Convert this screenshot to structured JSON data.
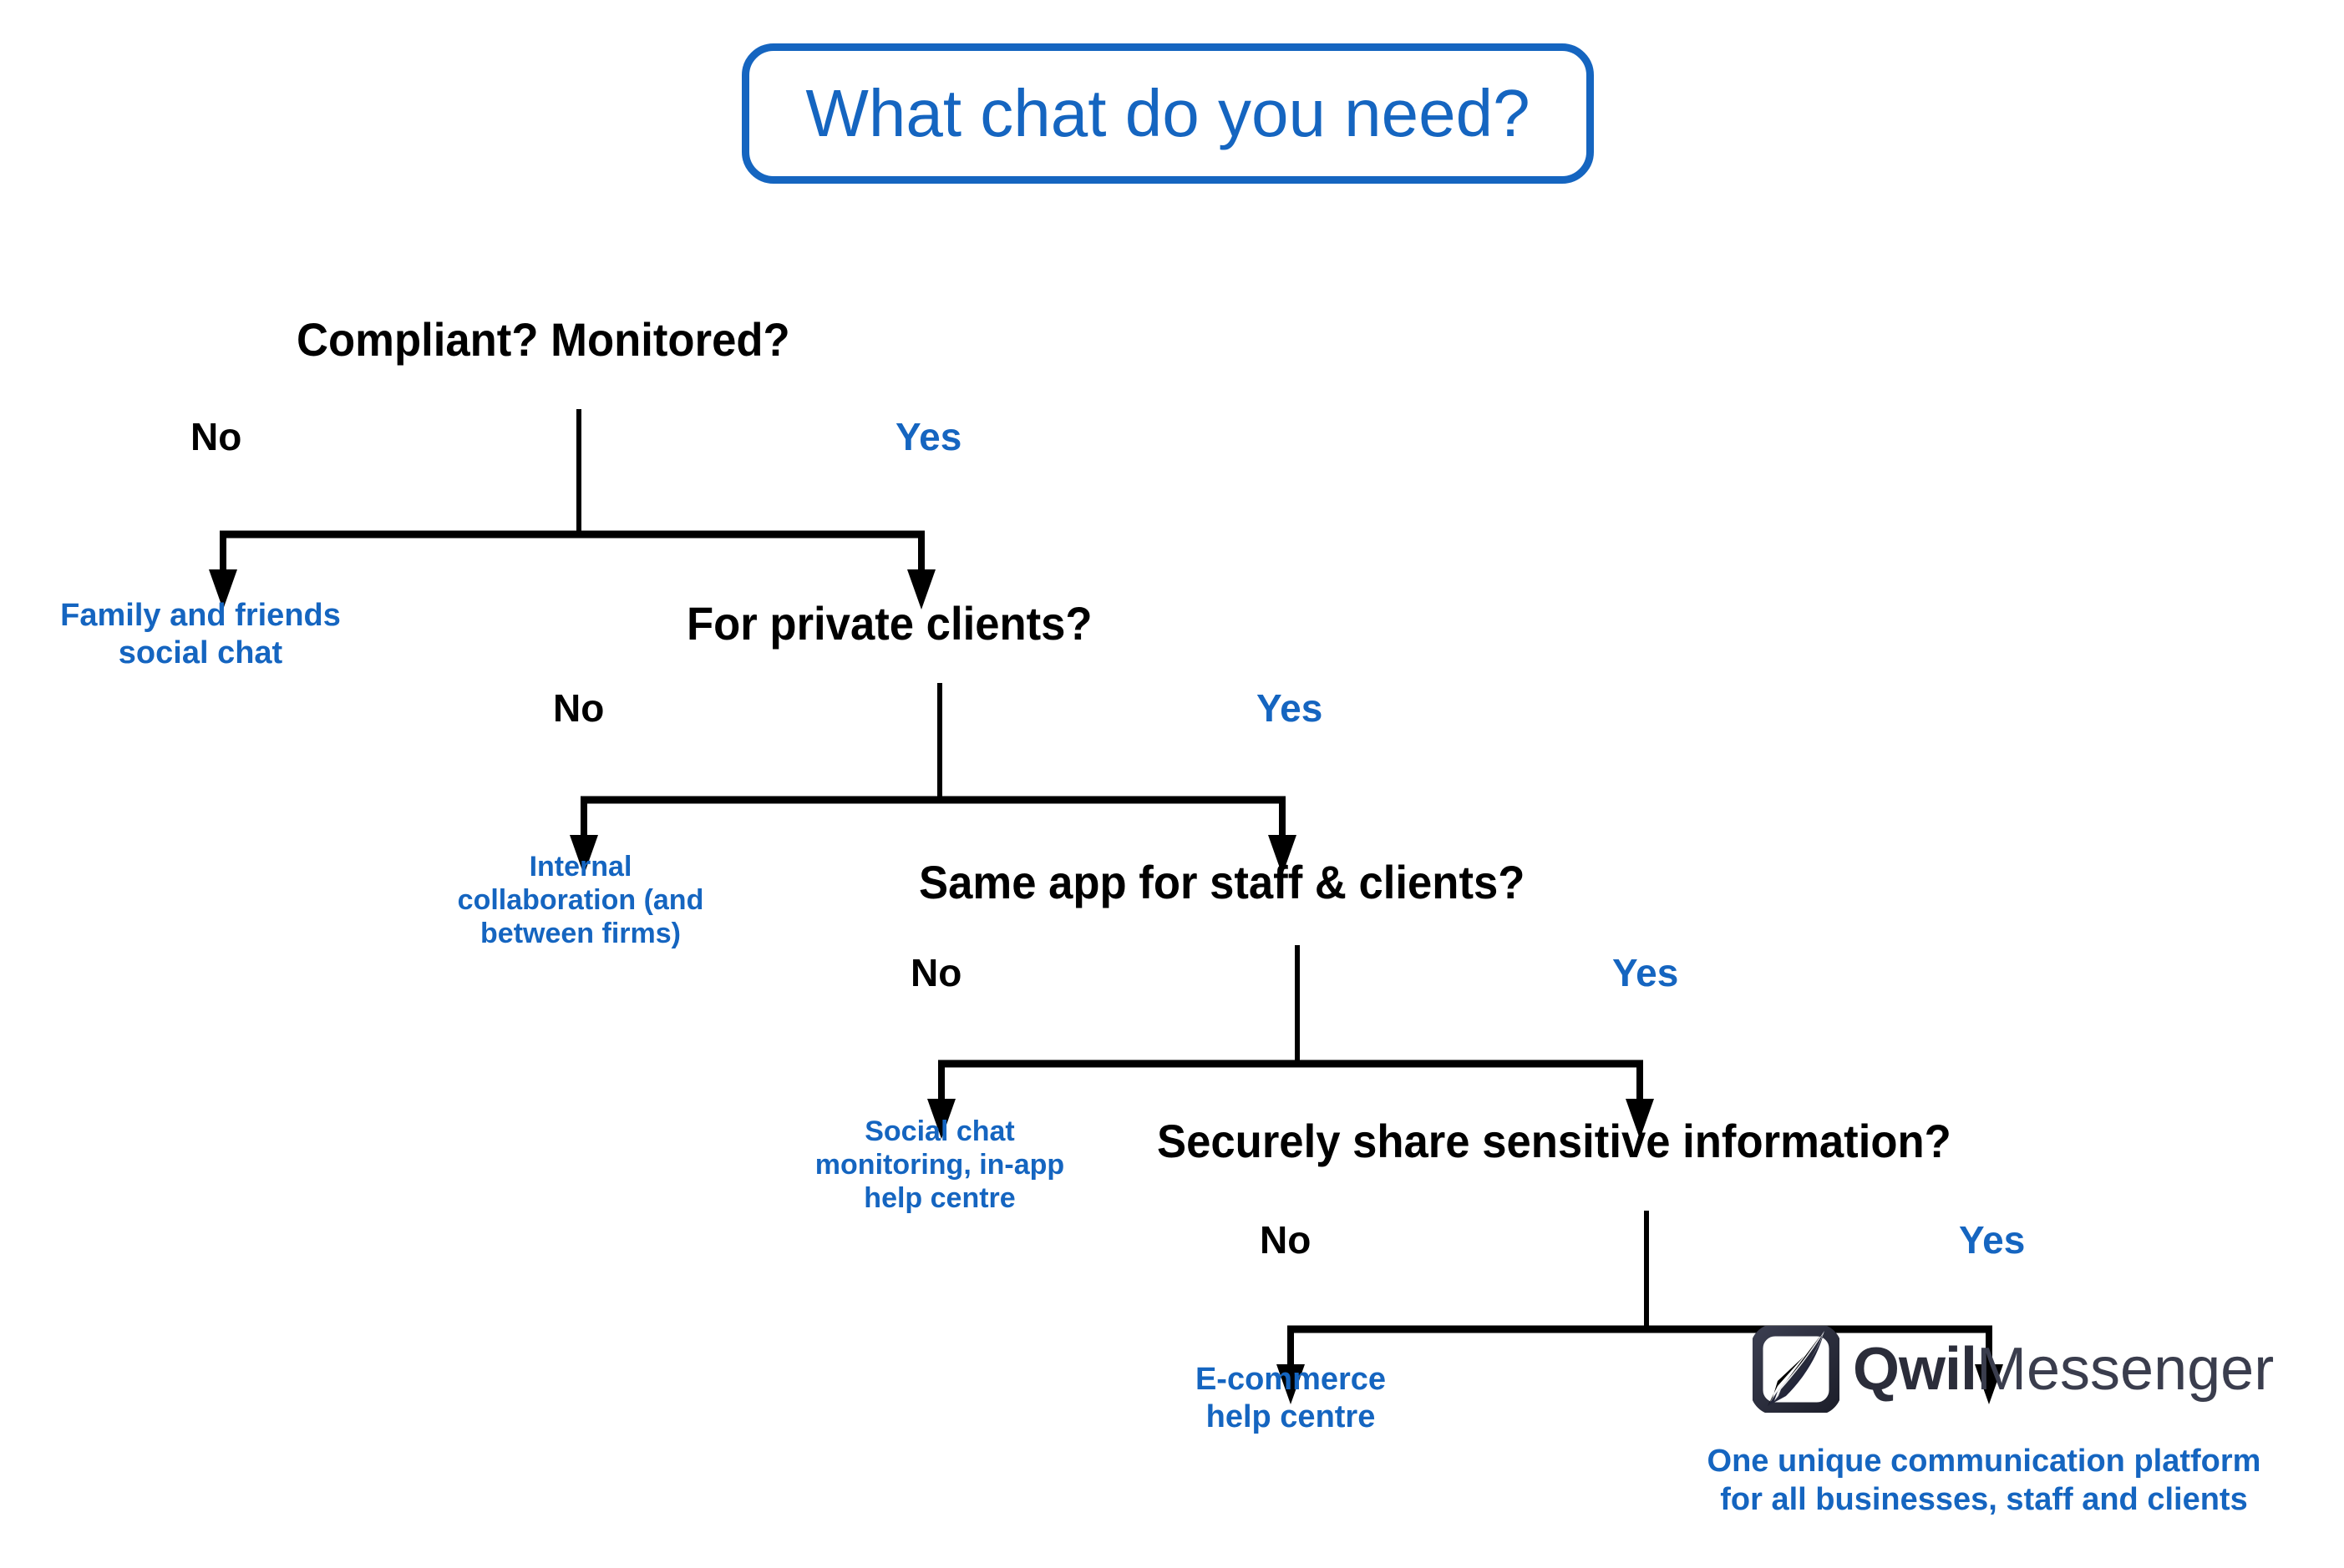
{
  "title": {
    "text": "What chat do you need?"
  },
  "colors": {
    "accent_blue": "#1565C0",
    "text_black": "#000000",
    "logo_dark": "#2b2d3a",
    "background": "#ffffff"
  },
  "branch_labels": {
    "no": "No",
    "yes": "Yes"
  },
  "nodes": [
    {
      "id": "q1",
      "question": "Compliant? Monitored?",
      "no_label": "No",
      "yes_label": "Yes"
    },
    {
      "id": "q2",
      "question": "For private clients?",
      "no_label": "No",
      "yes_label": "Yes"
    },
    {
      "id": "q3",
      "question": "Same app for staff & clients?",
      "no_label": "No",
      "yes_label": "Yes"
    },
    {
      "id": "q4",
      "question": "Securely share sensitive information?",
      "no_label": "No",
      "yes_label": "Yes"
    }
  ],
  "outcomes": [
    {
      "id": "outcome-1",
      "lines": [
        "Family and friends",
        "social chat"
      ]
    },
    {
      "id": "outcome-2",
      "lines": [
        "Internal",
        "collaboration (and",
        "between firms)"
      ]
    },
    {
      "id": "outcome-3",
      "lines": [
        "Social chat",
        "monitoring, in-app",
        "help centre"
      ]
    },
    {
      "id": "outcome-4",
      "lines": [
        "E-commerce",
        "help centre"
      ]
    }
  ],
  "outcome_1_line_1": "Family and friends",
  "outcome_1_line_2": "social chat",
  "outcome_2_line_1": "Internal",
  "outcome_2_line_2": "collaboration (and",
  "outcome_2_line_3": "between firms)",
  "outcome_3_line_1": "Social chat",
  "outcome_3_line_2": "monitoring, in-app",
  "outcome_3_line_3": "help centre",
  "outcome_4_line_1": "E-commerce",
  "outcome_4_line_2": "help centre",
  "final_outcome": {
    "logo_bold": "Qwil",
    "logo_light": "Messenger",
    "logo_icon": "qwil-quill-mark",
    "tagline_line_1": "One unique communication platform",
    "tagline_line_2": "for all businesses, staff and clients"
  }
}
